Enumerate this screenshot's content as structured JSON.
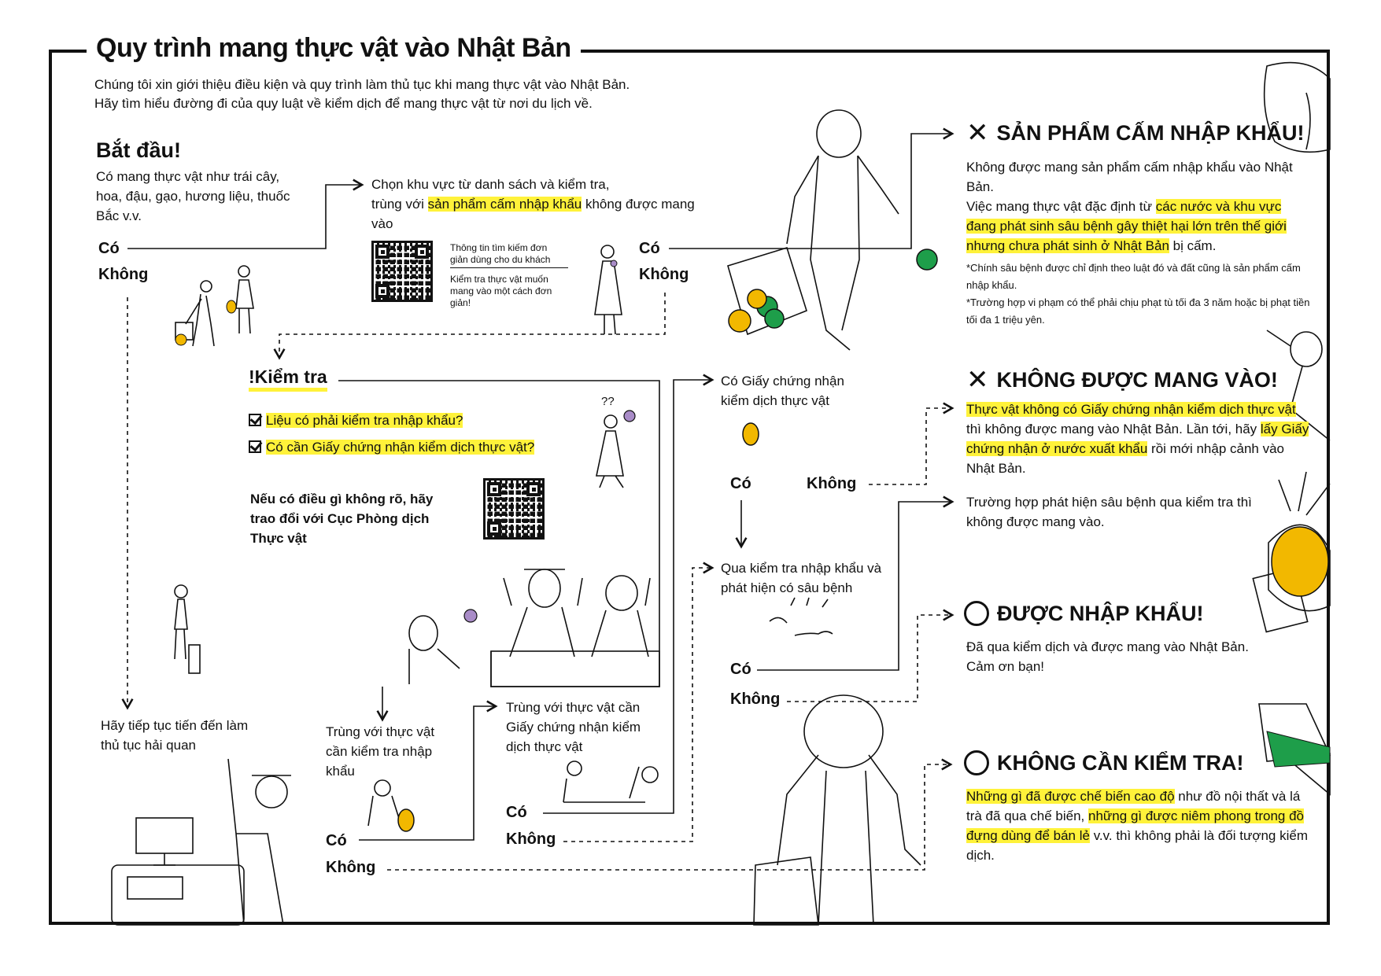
{
  "title": "Quy trình mang thực vật vào Nhật Bản",
  "intro": {
    "line1": "Chúng tôi xin giới thiệu điều kiện và quy trình làm thủ tục khi mang thực vật vào Nhật Bản.",
    "line2": "Hãy tìm hiểu đường đi của quy luật về kiểm dịch để mang thực vật từ nơi du lịch về."
  },
  "start": {
    "heading": "Bắt đầu!",
    "question": "Có mang thực vật như trái cây, hoa, đậu, gạo, hương liệu, thuốc Bắc v.v.",
    "yes": "Có",
    "no": "Không"
  },
  "check_list": {
    "line1": "Chọn khu vực từ danh sách và kiểm tra,",
    "line2_pre": "trùng với ",
    "line2_hl": "sản phẩm cấm nhập khẩu",
    "line2_post": " không được mang",
    "line3": "vào",
    "qr_info1": "Thông tin tìm kiếm đơn giản dùng cho du khách",
    "qr_info2": "Kiểm tra thực vật muốn mang vào một cách đơn giản!",
    "yes": "Có",
    "no": "Không"
  },
  "inspect": {
    "heading": "Kiểm tra",
    "exclaim": "!",
    "q1": "Liệu có phải kiểm tra nhập khẩu?",
    "q2": "Có cần Giấy chứng nhận kiểm dịch thực vật?",
    "contact": "Nếu có điều gì không rõ, hãy trao đổi với  Cục Phòng dịch Thực vật",
    "marks": "??"
  },
  "customs": "Hãy tiếp tục tiến đến làm thủ tục hải quan",
  "need_inspect": {
    "text": "Trùng với thực vật cần kiểm tra nhập khẩu",
    "yes": "Có",
    "no": "Không"
  },
  "need_cert": {
    "text": "Trùng với thực vật cần Giấy chứng nhận kiểm dịch thực vật",
    "yes": "Có",
    "no": "Không"
  },
  "has_cert": {
    "text": "Có Giấy chứng nhận kiểm dịch thực vật",
    "yes": "Có",
    "no": "Không"
  },
  "pest_found": {
    "text": "Qua kiểm tra nhập khẩu và phát hiện có sâu bệnh",
    "yes": "Có",
    "no": "Không"
  },
  "banned": {
    "heading": "SẢN PHẨM CẤM NHẬP KHẨU!",
    "p1": "Không được mang sản phẩm cấm nhập khẩu vào Nhật Bản.",
    "p2_pre": "Việc mang thực vật đặc định từ ",
    "p2_hl": "các nước và khu vực đang phát sinh sâu bệnh gây thiệt hại lớn trên thế giới nhưng chưa phát sinh ở Nhật Bản",
    "p2_post": " bị cấm.",
    "note1": "*Chính sâu bệnh được chỉ định theo luật đó và đất cũng là sản phẩm cấm nhập khẩu.",
    "note2": "*Trường hợp vi phạm có thể phải chịu phạt tù tối đa 3 năm hoặc bị phạt tiền tối đa 1 triệu yên."
  },
  "not_allowed": {
    "heading": "KHÔNG ĐƯỢC MANG VÀO!",
    "p1_hl": "Thực vật không có Giấy chứng nhận kiểm dịch thực vật",
    "p1_mid": " thì không được mang vào Nhật Bản. Lần tới, hãy ",
    "p1_hl2": "lấy Giấy chứng nhận ở nước xuất khẩu",
    "p1_post": " rồi mới nhập cảnh vào Nhật Bản.",
    "p2": "Trường hợp phát hiện sâu bệnh qua kiểm tra thì không được mang vào."
  },
  "allowed": {
    "heading": "ĐƯỢC NHẬP KHẨU!",
    "p1": "Đã qua kiểm dịch và được mang vào Nhật Bản.",
    "p2": "Cảm ơn bạn!"
  },
  "no_inspect": {
    "heading": "KHÔNG CẦN KIỂM TRA!",
    "hl1": "Những gì đã được chế biến cao độ",
    "mid1": " như đồ nội thất và lá trà đã qua chế biến, ",
    "hl2": "những gì được niêm phong trong đồ đựng dùng để bán lẻ",
    "post": " v.v. thì không phải là đối tượng kiểm dịch."
  },
  "colors": {
    "highlight": "#fff23a",
    "line": "#111111",
    "fruit_yellow": "#f2b800",
    "fruit_green": "#1e9e4a",
    "flower": "#a98cc8"
  }
}
